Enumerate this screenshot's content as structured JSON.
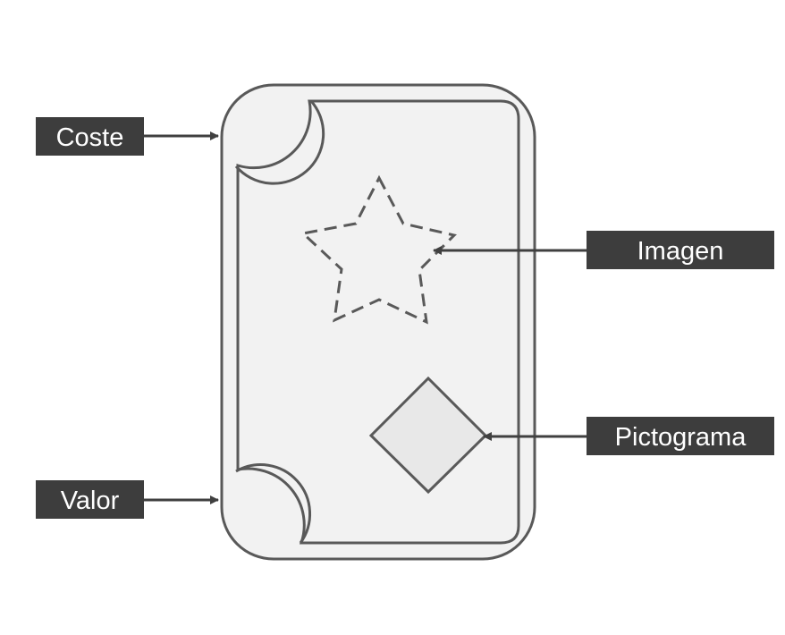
{
  "labels": {
    "cost": "Coste",
    "value": "Valor",
    "image": "Imagen",
    "pictogram": "Pictograma"
  },
  "colors": {
    "card_fill": "#f2f2f2",
    "card_stroke": "#595959",
    "label_bg": "#3d3d3d",
    "label_text": "#ffffff",
    "arrow": "#404040",
    "pictogram_fill": "#e8e8e8"
  }
}
